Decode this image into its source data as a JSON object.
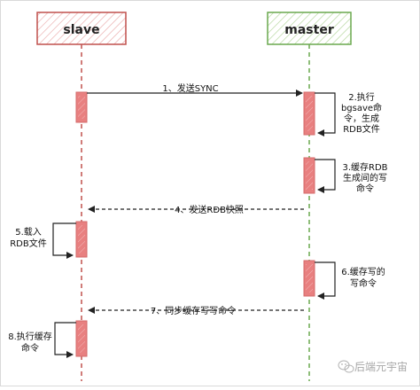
{
  "participants": {
    "slave": {
      "label": "slave",
      "color": "#c0504d",
      "fill_hatch": "#e8a3a3"
    },
    "master": {
      "label": "master",
      "color": "#6aa84f",
      "fill_hatch": "#a9d18e"
    }
  },
  "activation_color": "#e88080",
  "arrow_color": "#222222",
  "messages": [
    {
      "id": "m1",
      "label": "1、发送SYNC",
      "direction": "slave-to-master",
      "style": "solid"
    },
    {
      "id": "m4",
      "label": "4、发送RDB快照",
      "direction": "master-to-slave",
      "style": "dashed"
    },
    {
      "id": "m7",
      "label": "7、同步缓存写写命令",
      "direction": "master-to-slave",
      "style": "dashed"
    }
  ],
  "self_notes": [
    {
      "id": "n2",
      "lines": [
        "2.执行",
        "bgsave命",
        "令，生成",
        "RDB文件"
      ],
      "owner": "master"
    },
    {
      "id": "n3",
      "lines": [
        "3.缓存RDB",
        "生成间的写",
        "命令"
      ],
      "owner": "master"
    },
    {
      "id": "n5",
      "lines": [
        "5.载入",
        "RDB文件"
      ],
      "owner": "slave"
    },
    {
      "id": "n6",
      "lines": [
        "6.缓存写的",
        "写命令"
      ],
      "owner": "master"
    },
    {
      "id": "n8",
      "lines": [
        "8.执行缓存",
        "命令"
      ],
      "owner": "slave"
    }
  ],
  "watermark": {
    "text": "后端元宇宙",
    "icon": "wechat-icon"
  }
}
